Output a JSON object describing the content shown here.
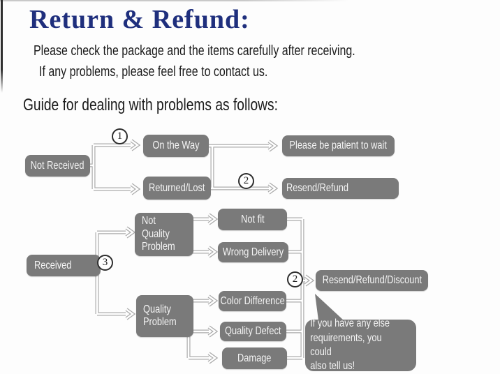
{
  "colors": {
    "box_gray": "#7a7a7a",
    "line_gray": "#ababab",
    "title_navy": "#1f2f7d"
  },
  "header": {
    "title": "Return & Refund:",
    "line1": "Please check the package and the items carefully after receiving.",
    "line2": "If any problems, please feel free to contact us.",
    "guide_heading": "Guide for dealing with problems as follows:"
  },
  "flow_not_received": {
    "source": "Not Received",
    "marker1": "1",
    "on_the_way": "On the Way",
    "returned_lost": "Returned/Lost",
    "marker2": "2",
    "please_wait": "Please be patient to wait",
    "resend_refund": "Resend/Refund"
  },
  "flow_received": {
    "source": "Received",
    "marker3": "3",
    "not_quality_problem": "Not\nQuality\nProblem",
    "not_fit": "Not fit",
    "wrong_delivery": "Wrong Delivery",
    "quality_problem": "Quality\nProblem",
    "color_difference": "Color Difference",
    "quality_defect": "Quality Defect",
    "damage": "Damage",
    "marker2": "2",
    "resend_refund_discount": "Resend/Refund/Discount",
    "note_bubble": "If you have any else\nrequirements, you could\nalso tell us!"
  }
}
